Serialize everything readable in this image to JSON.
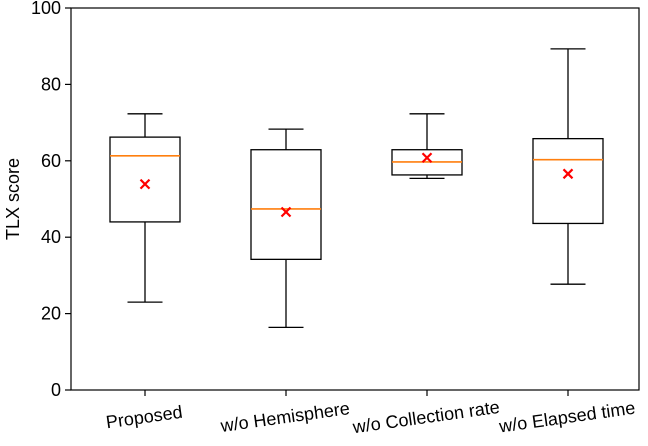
{
  "chart_data": {
    "type": "box",
    "title": "",
    "xlabel": "",
    "ylabel": "TLX score",
    "ylim": [
      0,
      100
    ],
    "yticks": [
      0,
      20,
      40,
      60,
      80,
      100
    ],
    "categories": [
      "Proposed",
      "w/o Hemisphere",
      "w/o Collection rate",
      "w/o Elapsed time"
    ],
    "boxes": [
      {
        "whisker_low": 23.0,
        "q1": 44.0,
        "median": 61.3,
        "q3": 66.2,
        "whisker_high": 72.3,
        "mean": 53.9
      },
      {
        "whisker_low": 16.4,
        "q1": 34.2,
        "median": 47.4,
        "q3": 62.9,
        "whisker_high": 68.3,
        "mean": 46.6
      },
      {
        "whisker_low": 55.4,
        "q1": 56.3,
        "median": 59.7,
        "q3": 62.9,
        "whisker_high": 72.3,
        "mean": 60.8
      },
      {
        "whisker_low": 27.7,
        "q1": 43.6,
        "median": 60.3,
        "q3": 65.8,
        "whisker_high": 89.3,
        "mean": 56.6
      }
    ],
    "colors": {
      "box": "#000000",
      "median": "#ff7f0e",
      "mean": "#ff0000"
    },
    "grid": false,
    "legend": "none"
  }
}
